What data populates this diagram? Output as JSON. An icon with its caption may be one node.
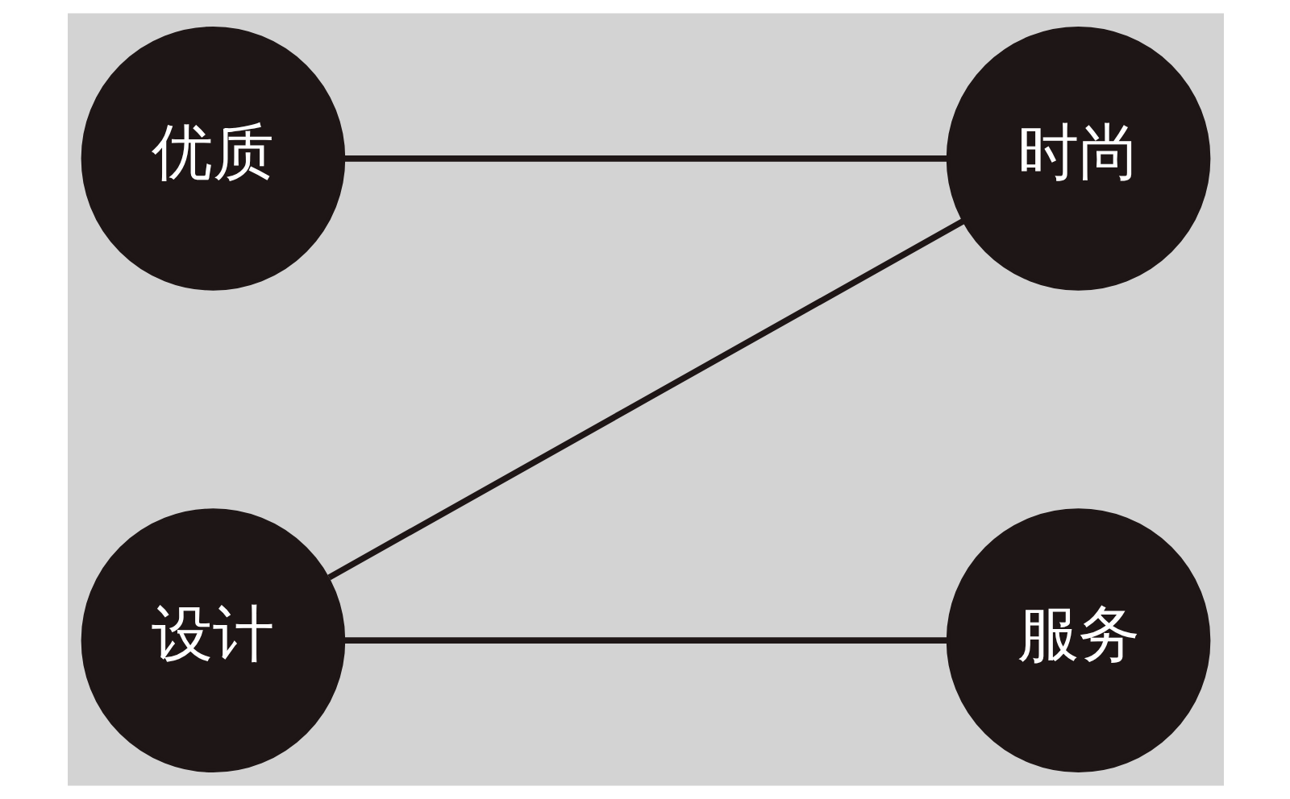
{
  "diagram": {
    "nodes": [
      {
        "text": [
          "优质"
        ]
      },
      {
        "text": [
          "时尚"
        ]
      },
      {
        "text": [
          "设计"
        ]
      },
      {
        "text": [
          "服务"
        ]
      }
    ],
    "edges": [
      {
        "from": 0,
        "to": 1,
        "arrow": "none"
      },
      {
        "from": 2,
        "to": 1,
        "arrow": "none"
      },
      {
        "from": 2,
        "to": 3,
        "arrow": "none"
      }
    ]
  }
}
